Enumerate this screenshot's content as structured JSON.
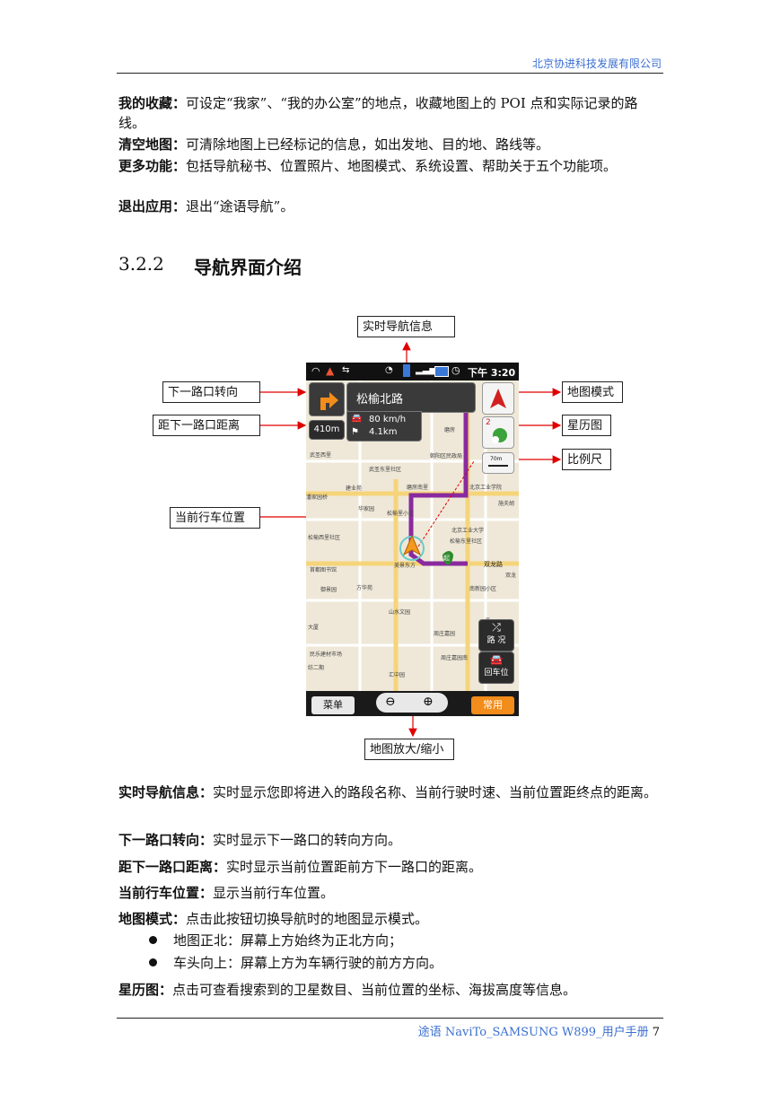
{
  "header": {
    "company": "北京协进科技发展有限公司"
  },
  "intro": [
    {
      "term": "我的收藏：",
      "text": "可设定“我家”、“我的办公室”的地点，收藏地图上的 POI 点和实际记录的路线。"
    },
    {
      "term": "清空地图：",
      "text": "可清除地图上已经标记的信息，如出发地、目的地、路线等。"
    },
    {
      "term": "更多功能：",
      "text": "包括导航秘书、位置照片、地图模式、系统设置、帮助关于五个功能项。"
    },
    {
      "term": "退出应用：",
      "text": "退出“途语导航”。"
    }
  ],
  "section": {
    "number": "3.2.2",
    "title": "导航界面介绍"
  },
  "figure": {
    "callouts": {
      "realtime_info": "实时导航信息",
      "next_turn": "下一路口转向",
      "next_distance": "距下一路口距离",
      "current_position": "当前行车位置",
      "map_mode": "地图模式",
      "ephemeris": "星历图",
      "scale": "比例尺",
      "zoom": "地图放大/缩小"
    },
    "screen": {
      "clock": "下午 3:20",
      "road_name": "松榆北路",
      "speed": "80 km/h",
      "remaining": "4.1km",
      "turn_distance": "410m",
      "sat_count": "2",
      "scale_text": "70m",
      "traffic_btn": "路 况",
      "return_btn": "回车位",
      "menu_btn": "菜单",
      "common_btn": "常用",
      "start_marker": "起",
      "map_labels": {
        "l1": "武圣西里",
        "l2": "朝阳区民政局",
        "l3": "武圣东里社区",
        "l4": "建业苑",
        "l5": "磨房南里",
        "l6": "北京工业学院",
        "l7": "松榆里小区",
        "l8": "北京工业大学",
        "l9": "松榆东里社区",
        "l10": "双龙路",
        "l11": "松榆西里社区",
        "l12": "首都图书馆",
        "l13": "美景东方",
        "l14": "御景园",
        "l15": "方华苑",
        "l16": "南新园小区",
        "l17": "山水文园",
        "l18": "周庄嘉园",
        "l19": "民乐建材市场",
        "l20": "汇中园",
        "l21": "华家园",
        "l22": "大厦",
        "l23": "磨房",
        "l24": "潘家园桥",
        "l25": "施夫胡",
        "l26": "双龙",
        "l27": "周庄嘉园南",
        "l28": "弘",
        "l29": "纺二期"
      }
    }
  },
  "descriptions": [
    {
      "term": "实时导航信息：",
      "text": "实时显示您即将进入的路段名称、当前行驶时速、当前位置距终点的距离。"
    },
    {
      "term": "下一路口转向：",
      "text": "实时显示下一路口的转向方向。"
    },
    {
      "term": "距下一路口距离：",
      "text": "实时显示当前位置距前方下一路口的距离。"
    },
    {
      "term": "当前行车位置：",
      "text": "显示当前行车位置。"
    },
    {
      "term": "地图模式：",
      "text": "点击此按钮切换导航时的地图显示模式。"
    }
  ],
  "bullets": [
    "地图正北：屏幕上方始终为正北方向；",
    "车头向上：屏幕上方为车辆行驶的前方方向。"
  ],
  "last": {
    "term": "星历图：",
    "text": "点击可查看搜索到的卫星数目、当前位置的坐标、海拔高度等信息。"
  },
  "footer": {
    "text": "途语 NaviTo_SAMSUNG W899_用户手册",
    "page": "7"
  }
}
